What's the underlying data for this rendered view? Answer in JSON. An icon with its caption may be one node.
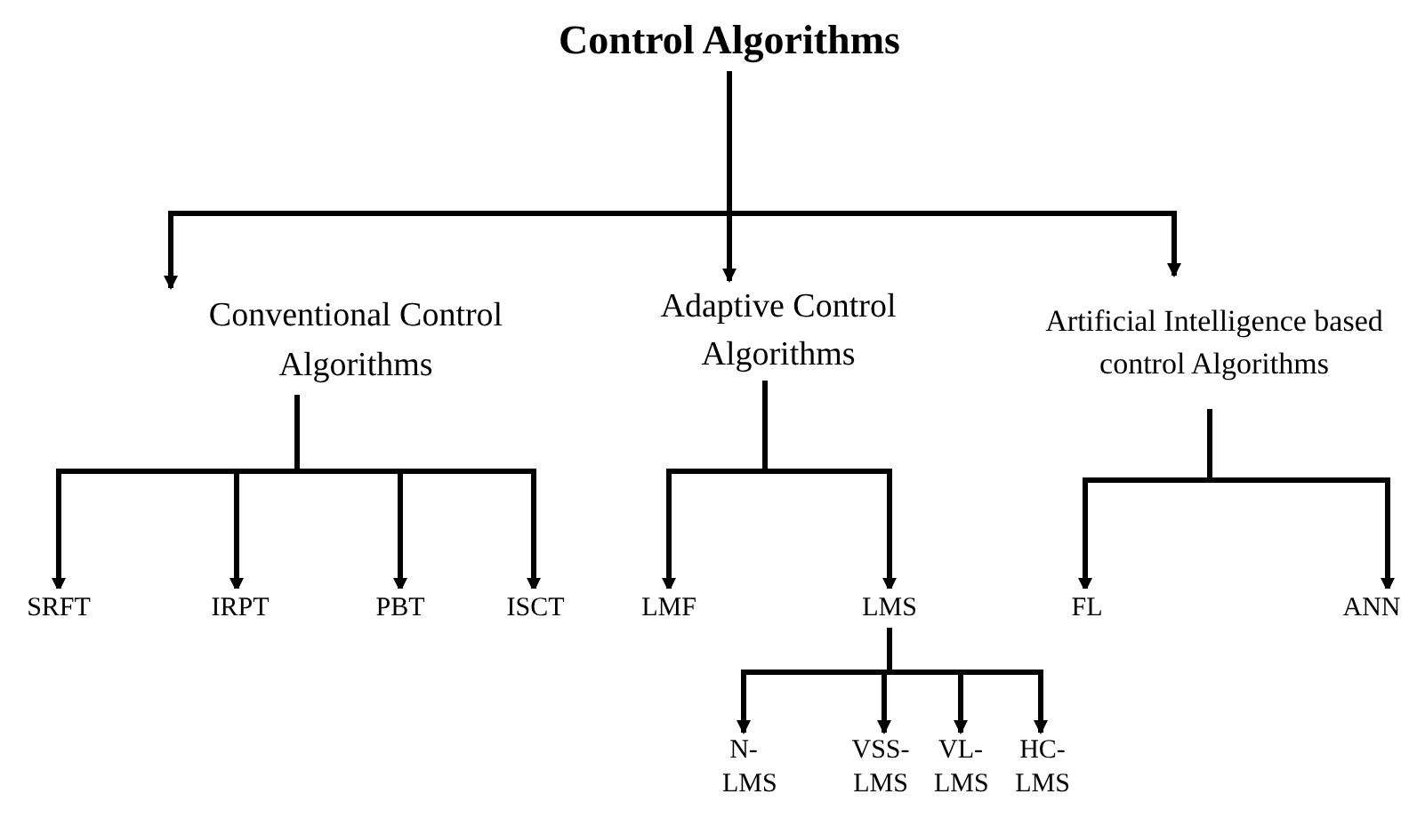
{
  "diagram": {
    "nodes": [
      {
        "text": [
          "Control Algorithms"
        ]
      },
      {
        "text": [
          "Conventional Control Algorithms"
        ]
      },
      {
        "text": [
          "Adaptive Control Algorithms"
        ]
      },
      {
        "text": [
          "Artificial Intelligence based control Algorithms"
        ]
      },
      {
        "text": [
          "SRFT"
        ]
      },
      {
        "text": [
          "IRPT"
        ]
      },
      {
        "text": [
          "PBT"
        ]
      },
      {
        "text": [
          "ISCT"
        ]
      },
      {
        "text": [
          "LMF"
        ]
      },
      {
        "text": [
          "LMS"
        ]
      },
      {
        "text": [
          "FL"
        ]
      },
      {
        "text": [
          "ANN"
        ]
      },
      {
        "text": [
          "N-LMS"
        ]
      },
      {
        "text": [
          "VSS-LMS"
        ]
      },
      {
        "text": [
          "VL-LMS"
        ]
      },
      {
        "text": [
          "HC-LMS"
        ]
      }
    ],
    "edges": [
      {
        "from": 0,
        "to": 1,
        "arrow": "to"
      },
      {
        "from": 0,
        "to": 2,
        "arrow": "to"
      },
      {
        "from": 0,
        "to": 3,
        "arrow": "to"
      },
      {
        "from": 1,
        "to": 4,
        "arrow": "to"
      },
      {
        "from": 1,
        "to": 5,
        "arrow": "to"
      },
      {
        "from": 1,
        "to": 6,
        "arrow": "to"
      },
      {
        "from": 1,
        "to": 7,
        "arrow": "to"
      },
      {
        "from": 2,
        "to": 8,
        "arrow": "to"
      },
      {
        "from": 2,
        "to": 9,
        "arrow": "to"
      },
      {
        "from": 3,
        "to": 10,
        "arrow": "to"
      },
      {
        "from": 3,
        "to": 11,
        "arrow": "to"
      },
      {
        "from": 9,
        "to": 12,
        "arrow": "to"
      },
      {
        "from": 9,
        "to": 13,
        "arrow": "to"
      },
      {
        "from": 9,
        "to": 14,
        "arrow": "to"
      },
      {
        "from": 9,
        "to": 15,
        "arrow": "to"
      }
    ]
  }
}
